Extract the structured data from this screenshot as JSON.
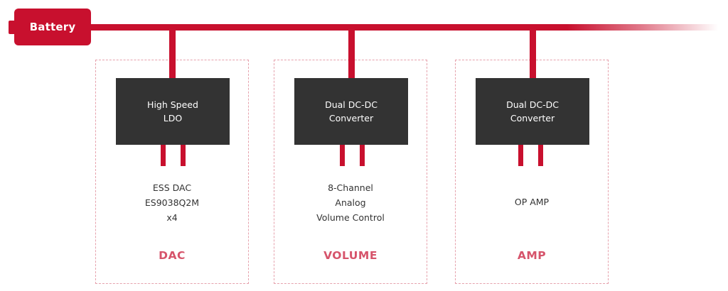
{
  "battery": {
    "label": "Battery"
  },
  "sections": [
    {
      "converter": "High Speed\nLDO",
      "component": "ESS DAC\nES9038Q2M\nx4",
      "label": "DAC"
    },
    {
      "converter": "Dual DC-DC\nConverter",
      "component": "8-Channel\nAnalog\nVolume Control",
      "label": "VOLUME"
    },
    {
      "converter": "Dual DC-DC\nConverter",
      "component": "OP AMP",
      "label": "AMP"
    }
  ],
  "colors": {
    "accent": "#c8102e",
    "block": "#333333",
    "label": "#d6546b",
    "dashed_border": "#e6a2ad"
  }
}
